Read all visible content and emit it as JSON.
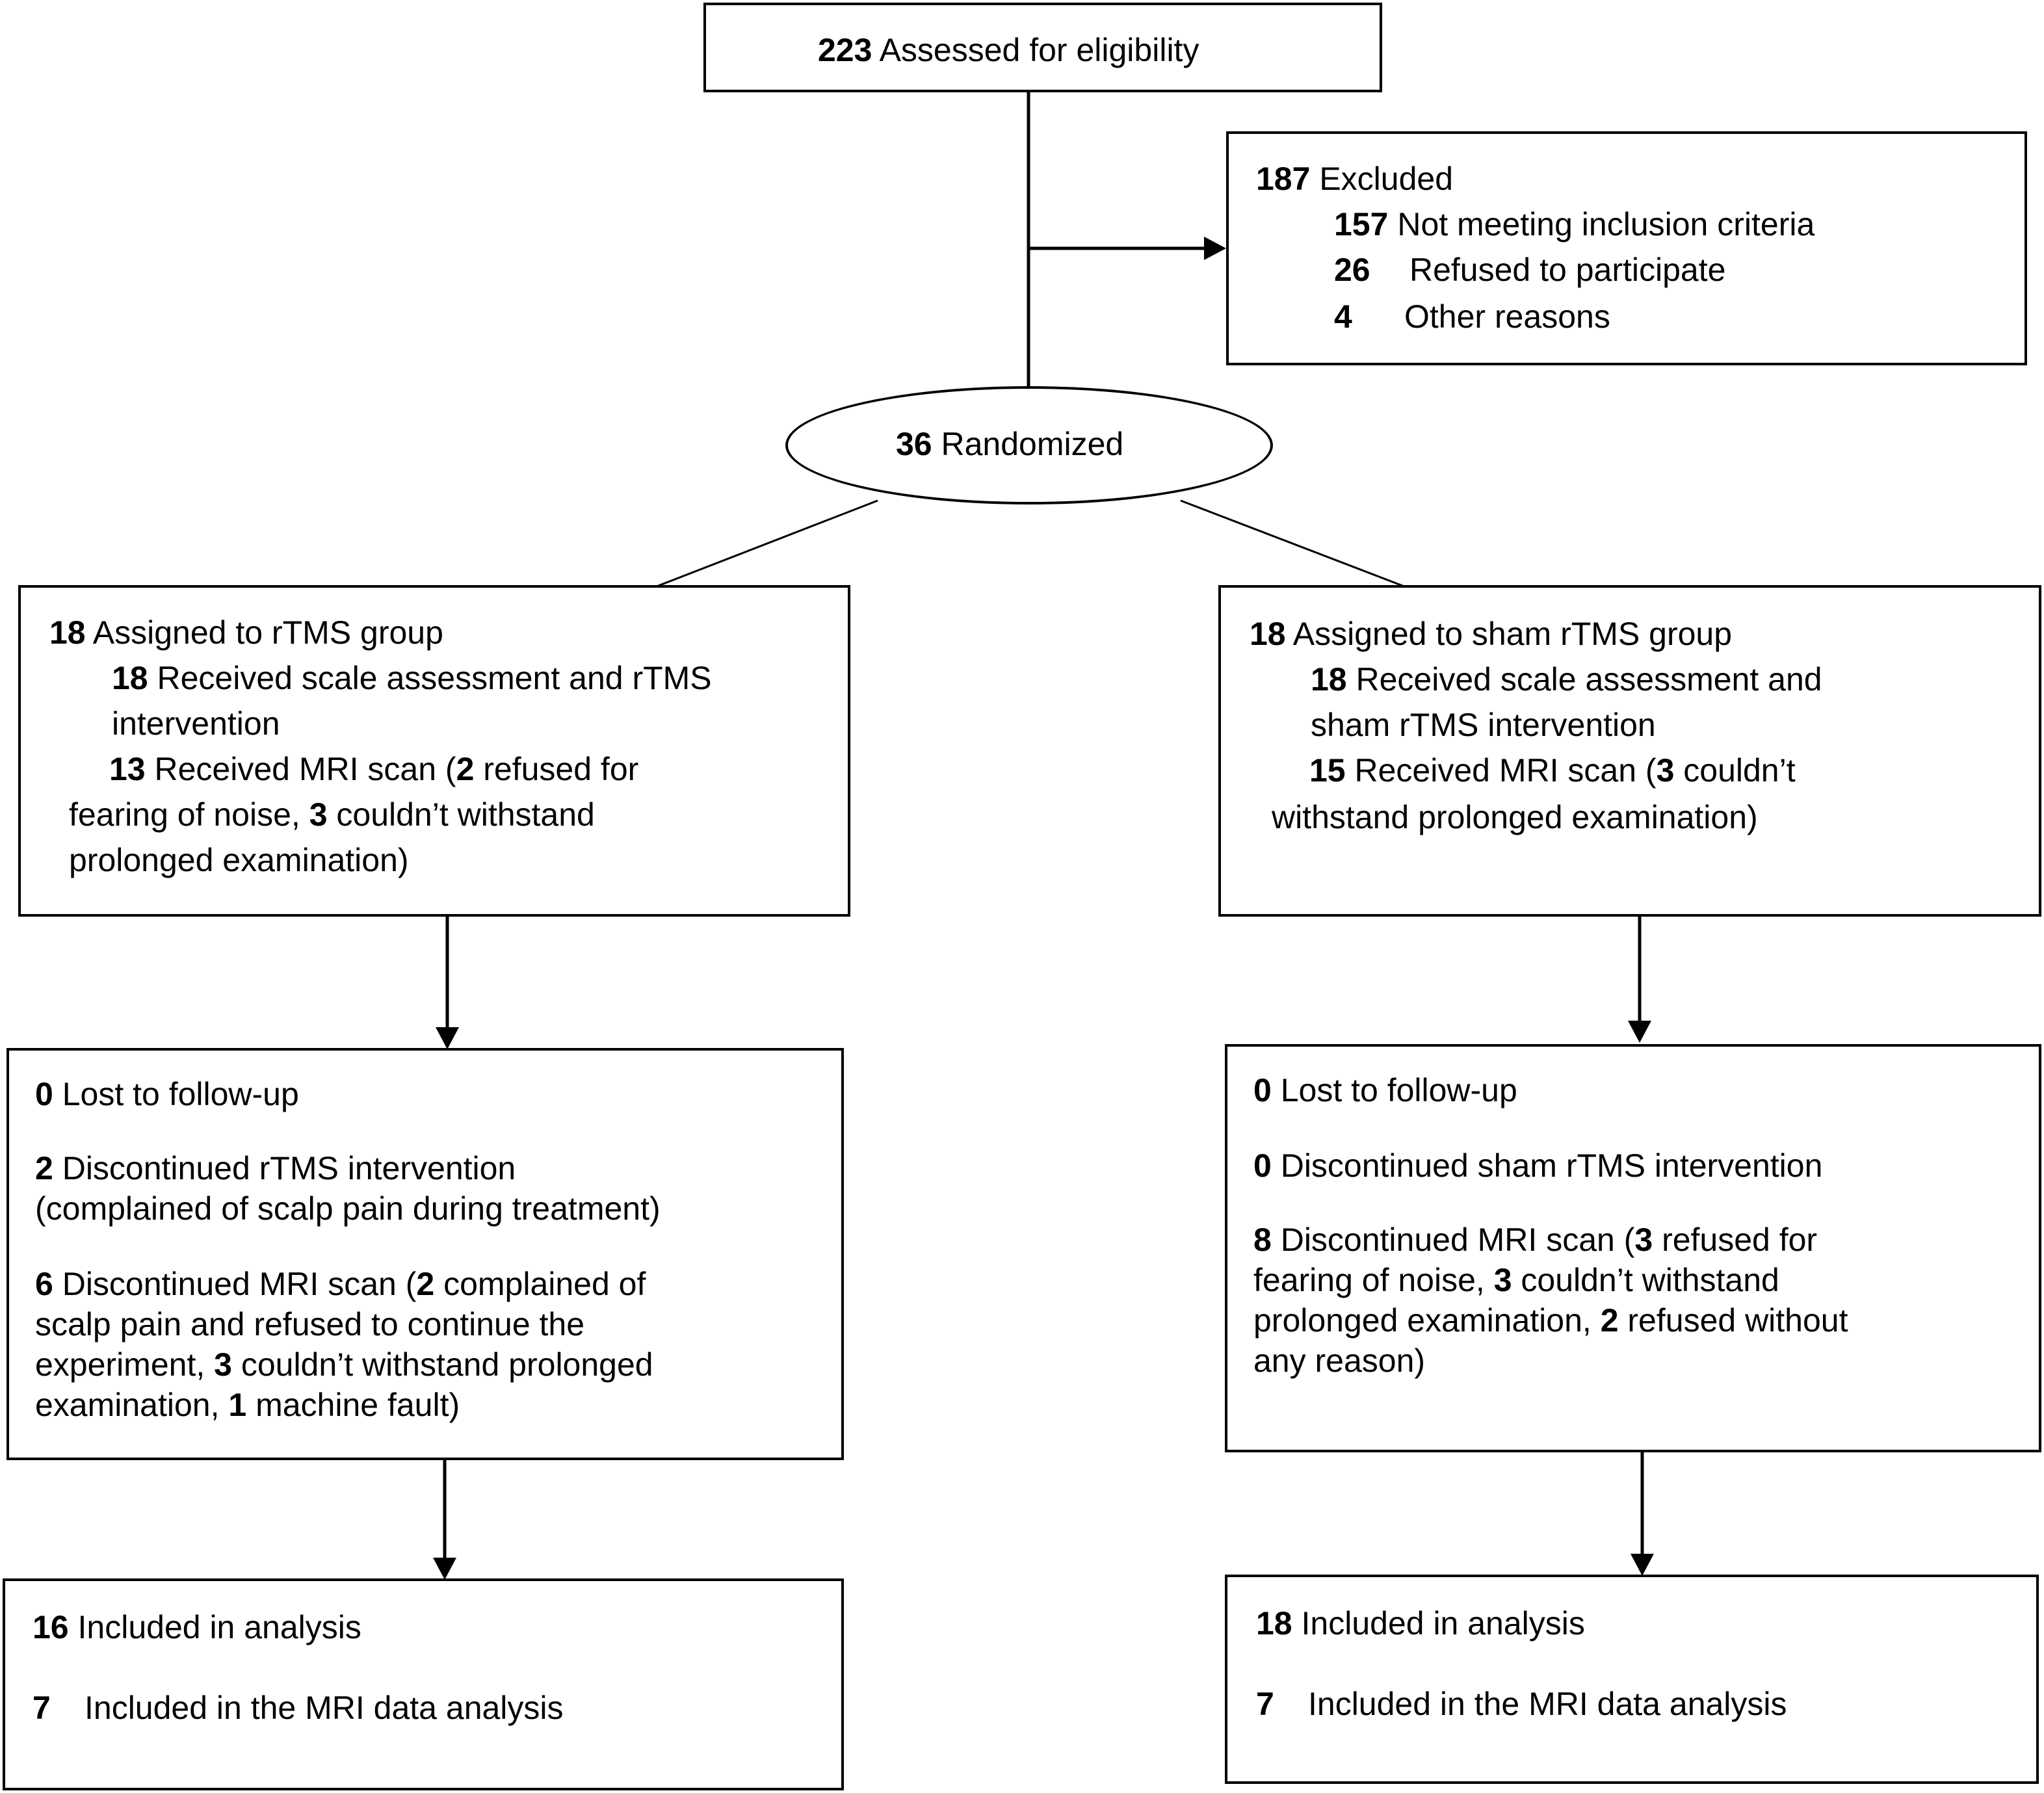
{
  "eligibility": {
    "n": "223",
    "text": " Assessed for eligibility"
  },
  "excluded": {
    "n": "187",
    "text": " Excluded",
    "reasons": [
      {
        "n": "157",
        "text": " Not meeting inclusion criteria"
      },
      {
        "n": "26",
        "text": "Refused to participate"
      },
      {
        "n": "4",
        "text": "Other reasons"
      }
    ]
  },
  "randomized": {
    "n": "36",
    "text": " Randomized"
  },
  "rtms_group": {
    "assigned": {
      "n": "18",
      "text": " Assigned to rTMS group"
    },
    "received_scale": {
      "n": "18",
      "line1": " Received scale assessment and rTMS",
      "line2": "intervention"
    },
    "mri": {
      "n": "13",
      "text1": " Received MRI scan (",
      "n2": "2",
      "text2": " refused for",
      "line2a": "fearing of noise, ",
      "n3": "3",
      "line2b": " couldn’t withstand",
      "line3": "prolonged examination)"
    }
  },
  "sham_group": {
    "assigned": {
      "n": "18",
      "text": " Assigned to sham rTMS group"
    },
    "received_scale": {
      "n": "18",
      "line1": " Received scale assessment and",
      "line2": "sham rTMS intervention"
    },
    "mri": {
      "n": "15",
      "text1": " Received MRI scan (",
      "n2": "3",
      "text2": " couldn’t",
      "line2": "withstand prolonged examination)"
    }
  },
  "rtms_followup": {
    "lost": {
      "n": "0",
      "text": " Lost to follow-up"
    },
    "discontinued": {
      "n": "2",
      "line1": " Discontinued rTMS intervention",
      "line2": "(complained of scalp pain during treatment)"
    },
    "mri_discontinued": {
      "n": "6",
      "line1a": " Discontinued MRI scan (",
      "n2": "2",
      "line1b": " complained of",
      "line2": "scalp pain and refused to continue the",
      "line3a": "experiment, ",
      "n3": "3",
      "line3b": " couldn’t withstand prolonged",
      "line4a": "examination, ",
      "n4": "1",
      "line4b": " machine fault)"
    }
  },
  "sham_followup": {
    "lost": {
      "n": "0",
      "text": " Lost to follow-up"
    },
    "discontinued": {
      "n": "0",
      "text": " Discontinued sham rTMS intervention"
    },
    "mri_discontinued": {
      "n": "8",
      "line1a": " Discontinued MRI scan (",
      "n2": "3",
      "line1b": " refused for",
      "line2a": "fearing of noise, ",
      "n3": "3",
      "line2b": " couldn’t withstand",
      "line3a": "prolonged examination, ",
      "n4": "2",
      "line3b": " refused without",
      "line4": "any reason)"
    }
  },
  "rtms_analysis": {
    "included": {
      "n": "16",
      "text": " Included in analysis"
    },
    "mri": {
      "n": "7",
      "text": "Included in the MRI data analysis"
    }
  },
  "sham_analysis": {
    "included": {
      "n": "18",
      "text": " Included in analysis"
    },
    "mri": {
      "n": "7",
      "text": "Included in the MRI data analysis"
    }
  }
}
